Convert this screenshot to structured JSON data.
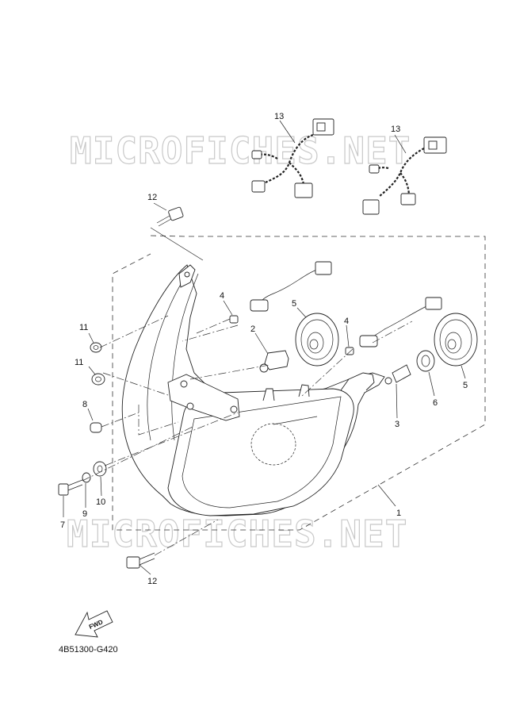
{
  "watermark": {
    "text_top": "MICROFICHES.NET",
    "text_bottom": "MICROFICHES.NET"
  },
  "diagram_code": "4B51300-G420",
  "fwd_label": "FWD",
  "callouts": [
    {
      "id": "c13a",
      "text": "13"
    },
    {
      "id": "c13b",
      "text": "13"
    },
    {
      "id": "c12a",
      "text": "12"
    },
    {
      "id": "c4a",
      "text": "4"
    },
    {
      "id": "c5a",
      "text": "5"
    },
    {
      "id": "c4b",
      "text": "4"
    },
    {
      "id": "c2",
      "text": "2"
    },
    {
      "id": "c11a",
      "text": "11"
    },
    {
      "id": "c11b",
      "text": "11"
    },
    {
      "id": "c8",
      "text": "8"
    },
    {
      "id": "c3",
      "text": "3"
    },
    {
      "id": "c6",
      "text": "6"
    },
    {
      "id": "c5b",
      "text": "5"
    },
    {
      "id": "c1",
      "text": "1"
    },
    {
      "id": "c7",
      "text": "7"
    },
    {
      "id": "c9",
      "text": "9"
    },
    {
      "id": "c10",
      "text": "10"
    },
    {
      "id": "c12b",
      "text": "12"
    }
  ]
}
